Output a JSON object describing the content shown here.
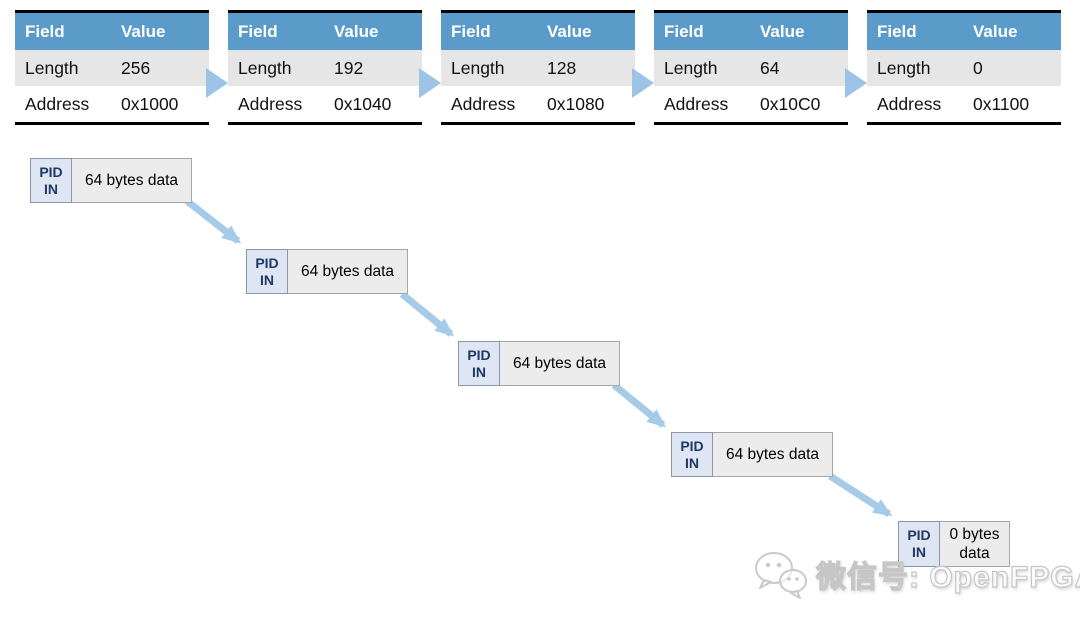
{
  "tables": [
    {
      "headers": {
        "field": "Field",
        "value": "Value"
      },
      "rows": [
        {
          "field": "Length",
          "value": "256"
        },
        {
          "field": "Address",
          "value": "0x1000"
        }
      ]
    },
    {
      "headers": {
        "field": "Field",
        "value": "Value"
      },
      "rows": [
        {
          "field": "Length",
          "value": "192"
        },
        {
          "field": "Address",
          "value": "0x1040"
        }
      ]
    },
    {
      "headers": {
        "field": "Field",
        "value": "Value"
      },
      "rows": [
        {
          "field": "Length",
          "value": "128"
        },
        {
          "field": "Address",
          "value": "0x1080"
        }
      ]
    },
    {
      "headers": {
        "field": "Field",
        "value": "Value"
      },
      "rows": [
        {
          "field": "Length",
          "value": "64"
        },
        {
          "field": "Address",
          "value": "0x10C0"
        }
      ]
    },
    {
      "headers": {
        "field": "Field",
        "value": "Value"
      },
      "rows": [
        {
          "field": "Length",
          "value": "0"
        },
        {
          "field": "Address",
          "value": "0x1100"
        }
      ]
    }
  ],
  "packets": [
    {
      "pid": "PID",
      "direction": "IN",
      "label": "64 bytes data"
    },
    {
      "pid": "PID",
      "direction": "IN",
      "label": "64 bytes data"
    },
    {
      "pid": "PID",
      "direction": "IN",
      "label": "64 bytes data"
    },
    {
      "pid": "PID",
      "direction": "IN",
      "label": "64 bytes data"
    },
    {
      "pid": "PID",
      "direction": "IN",
      "label": "0 bytes data"
    }
  ],
  "watermark": {
    "icon": "wechat-icon",
    "text": "微信号: OpenFPGA"
  },
  "colors": {
    "table_header_blue": "#5B9BC9",
    "table_shade_gray": "#E7E6E6",
    "arrow_blue": "#A5CBE8",
    "gap_arrow_blue": "#9DC3E6",
    "pid_box_fill": "#DEE5F3",
    "pid_text_navy": "#1F3864",
    "data_box_fill": "#EDECEC"
  }
}
